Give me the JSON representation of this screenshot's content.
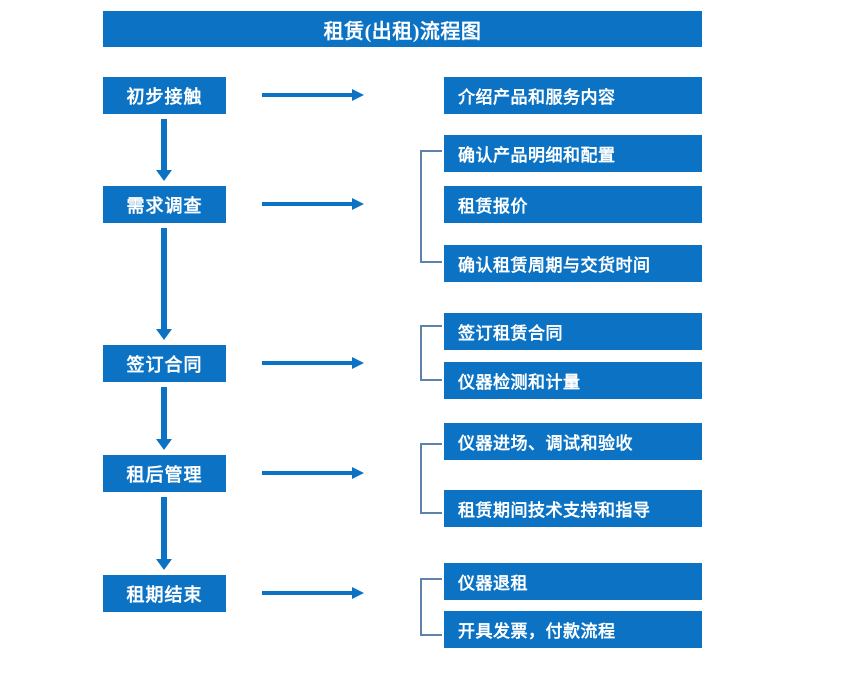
{
  "chart_data": {
    "type": "diagram",
    "diagram_kind": "flowchart",
    "title": "租赁(出租)流程图",
    "colors": {
      "box_fill": "#0b72c4",
      "box_text": "#ffffff",
      "arrow": "#0b72c4",
      "bracket": "#5d82ab",
      "background": "#ffffff"
    },
    "stages": [
      {
        "id": "stage-1",
        "label": "初步接触",
        "details": [
          "介绍产品和服务内容"
        ],
        "bracketed": false
      },
      {
        "id": "stage-2",
        "label": "需求调查",
        "details": [
          "确认产品明细和配置",
          "租赁报价",
          "确认租赁周期与交货时间"
        ],
        "bracketed": true
      },
      {
        "id": "stage-3",
        "label": "签订合同",
        "details": [
          "签订租赁合同",
          "仪器检测和计量"
        ],
        "bracketed": true
      },
      {
        "id": "stage-4",
        "label": "租后管理",
        "details": [
          "仪器进场、调试和验收",
          "租赁期间技术支持和指导"
        ],
        "bracketed": true
      },
      {
        "id": "stage-5",
        "label": "租期结束",
        "details": [
          "仪器退租",
          "开具发票，付款流程"
        ],
        "bracketed": true
      }
    ]
  },
  "diagram": {
    "title": "租赁(出租)流程图",
    "stage_boxes": [
      {
        "label": "初步接触"
      },
      {
        "label": "需求调查"
      },
      {
        "label": "签订合同"
      },
      {
        "label": "租后管理"
      },
      {
        "label": "租期结束"
      }
    ],
    "detail_boxes": [
      {
        "label": "介绍产品和服务内容"
      },
      {
        "label": "确认产品明细和配置"
      },
      {
        "label": "租赁报价"
      },
      {
        "label": "确认租赁周期与交货时间"
      },
      {
        "label": "签订租赁合同"
      },
      {
        "label": "仪器检测和计量"
      },
      {
        "label": "仪器进场、调试和验收"
      },
      {
        "label": "租赁期间技术支持和指导"
      },
      {
        "label": "仪器退租"
      },
      {
        "label": "开具发票，付款流程"
      }
    ]
  }
}
